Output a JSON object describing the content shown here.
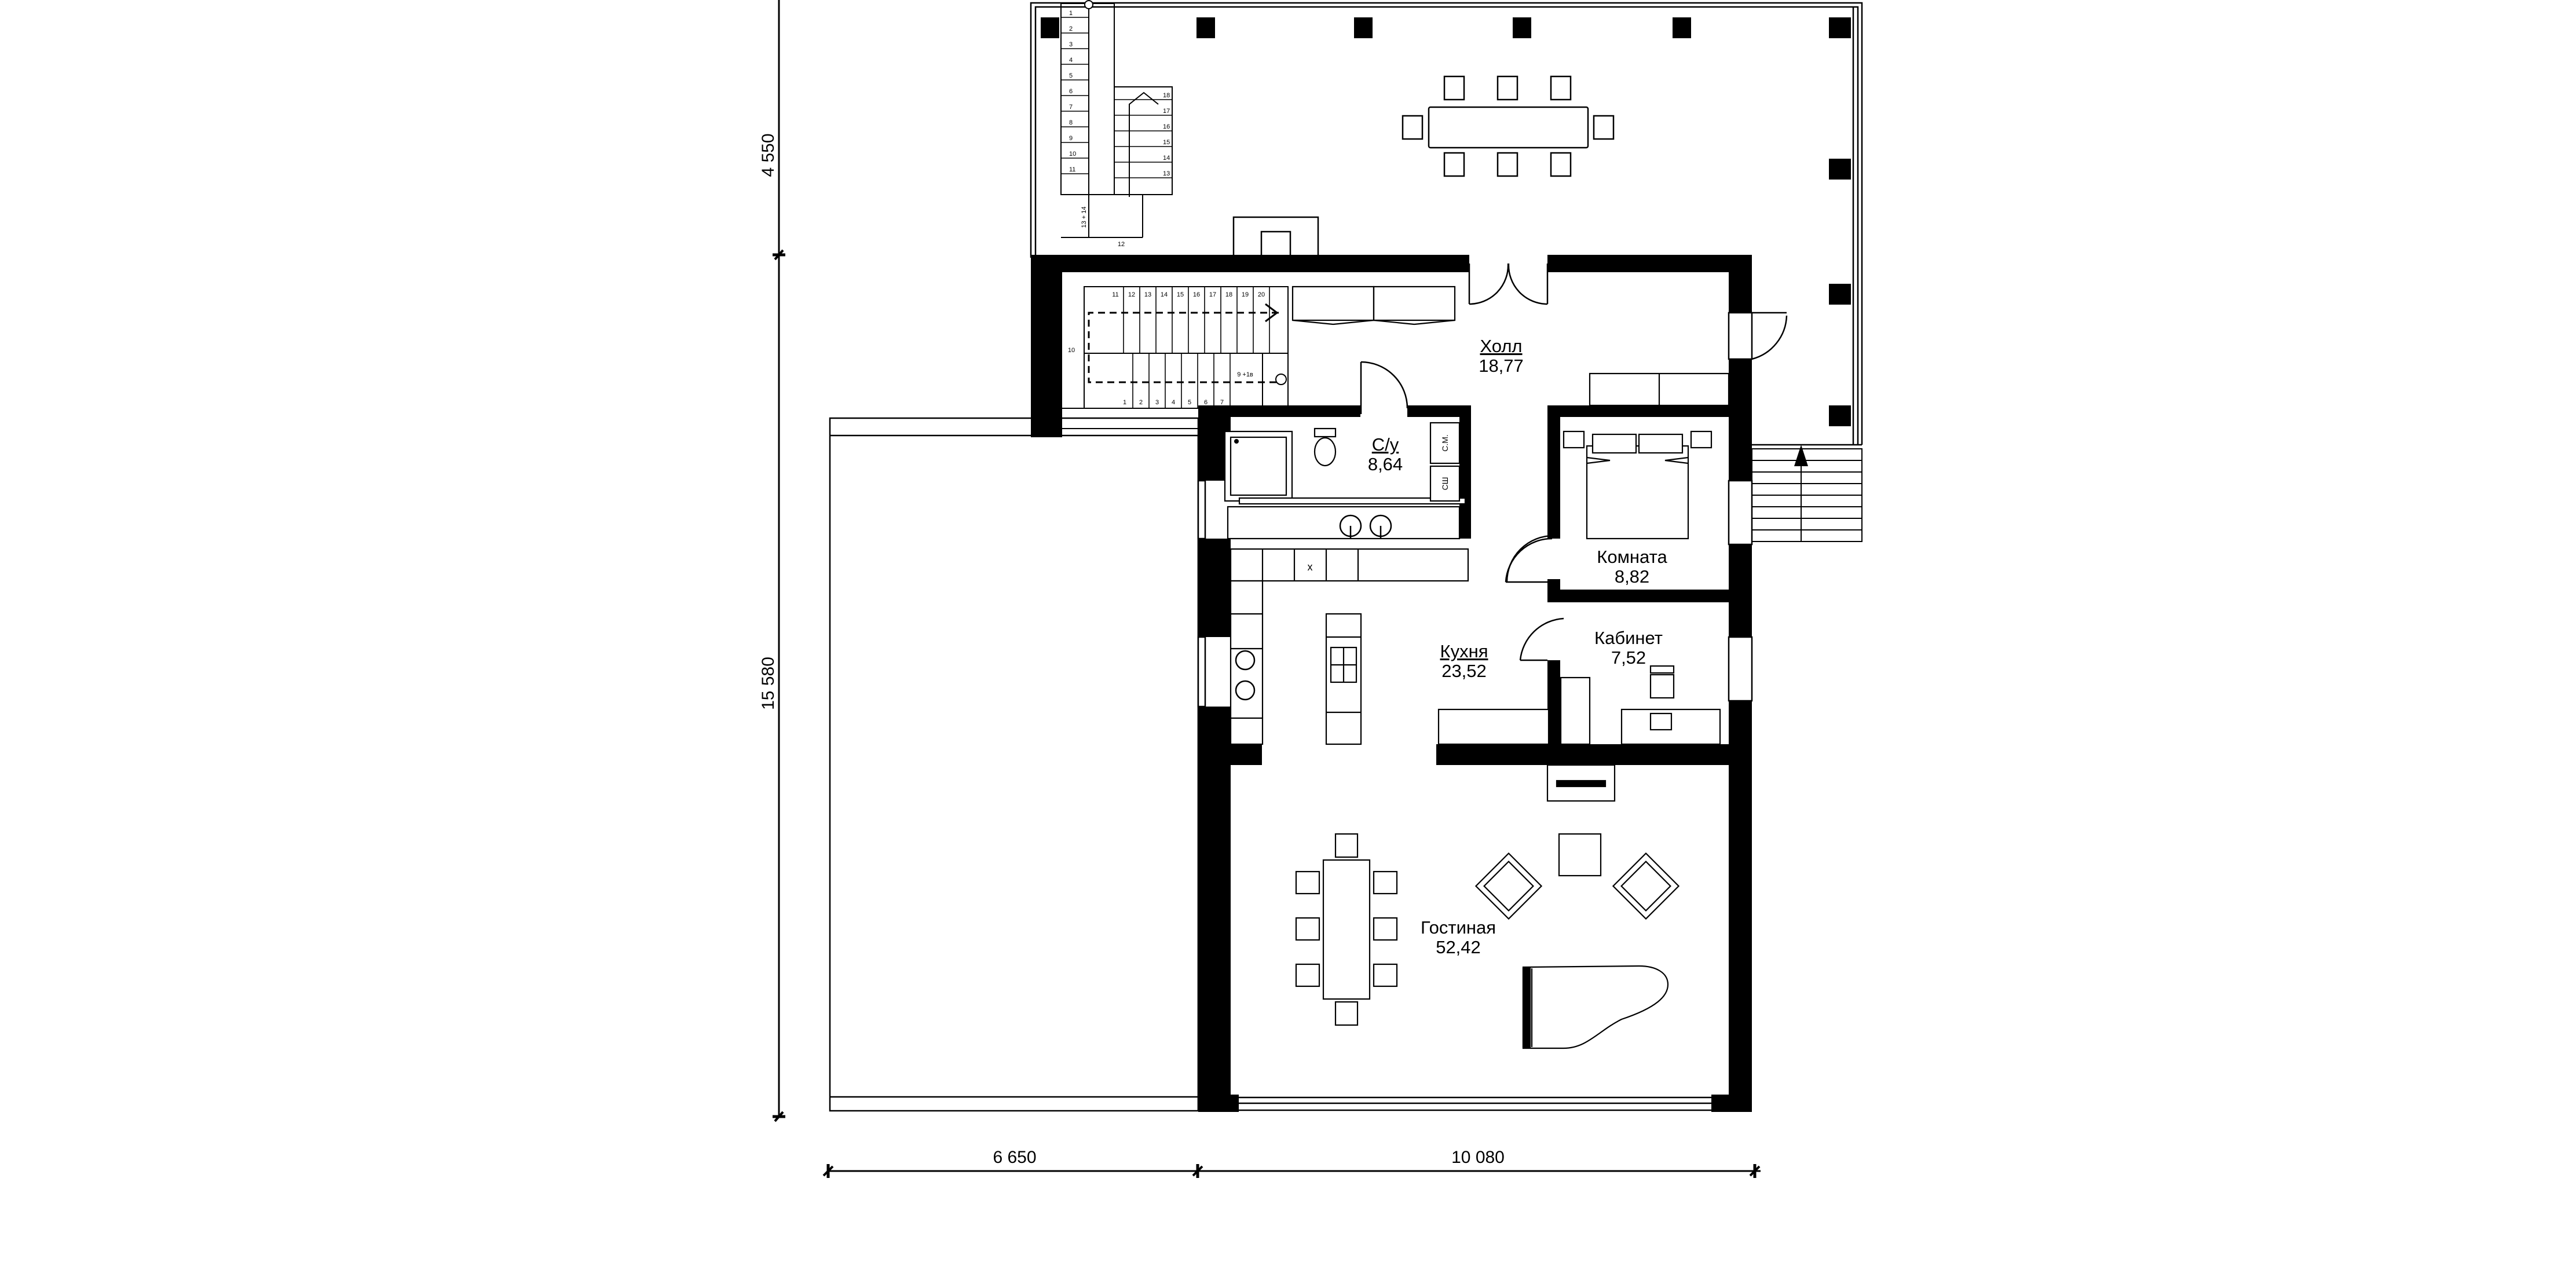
{
  "rooms": [
    {
      "name": "Холл",
      "area": "18,77",
      "underline": true
    },
    {
      "name": "С/у",
      "area": "8,64",
      "underline": true
    },
    {
      "name": "Комната",
      "area": "8,82",
      "underline": false
    },
    {
      "name": "Кабинет",
      "area": "7,52",
      "underline": false
    },
    {
      "name": "Кухня",
      "area": "23,52",
      "underline": true
    },
    {
      "name": "Гостиная",
      "area": "52,42",
      "underline": false
    }
  ],
  "dimensions": {
    "vertical_top": "4 550",
    "vertical_main": "15 580",
    "horizontal_left": "6 650",
    "horizontal_right": "10 080"
  },
  "fixture_labels": {
    "washer": "С.М.",
    "dryer": "СШ"
  },
  "stairs": {
    "terrace_left": [
      "1",
      "2",
      "3",
      "4",
      "5",
      "6",
      "7",
      "8",
      "9",
      "10",
      "11"
    ],
    "terrace_right": [
      "18",
      "17",
      "16",
      "15",
      "14",
      "13"
    ],
    "terrace_bottom_left": "12",
    "terrace_landing": "13 + 14",
    "inner_top": [
      "11",
      "12",
      "13",
      "14",
      "15",
      "16",
      "17",
      "18",
      "19",
      "20"
    ],
    "inner_left": "10",
    "inner_bottom": [
      "1",
      "2",
      "3",
      "4",
      "5",
      "6",
      "7"
    ],
    "inner_bottom_marks": "9 +1в"
  },
  "colors": {
    "wall": "#000000",
    "background": "#ffffff",
    "line": "#000000"
  }
}
